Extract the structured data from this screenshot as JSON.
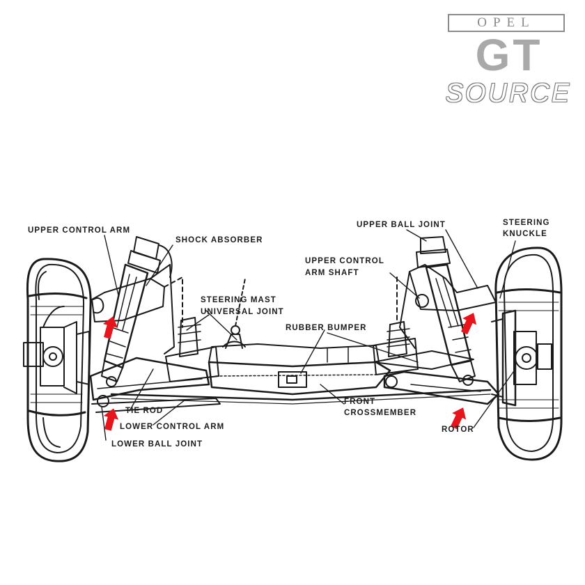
{
  "logo": {
    "line1": "OPEL",
    "line2": "GT",
    "line3": "SOURCE",
    "color": "#8a8a8a"
  },
  "labels": {
    "upper_control_arm_left": "UPPER CONTROL ARM",
    "shock_absorber": "SHOCK ABSORBER",
    "steering_mast_1": "STEERING MAST",
    "steering_mast_2": "UNIVERSAL JOINT",
    "upper_ball_joint": "UPPER BALL JOINT",
    "steering_knuckle_1": "STEERING",
    "steering_knuckle_2": "KNUCKLE",
    "upper_control_arm_shaft_1": "UPPER CONTROL",
    "upper_control_arm_shaft_2": "ARM  SHAFT",
    "rubber_bumper": "RUBBER BUMPER",
    "tie_rod": "TIE ROD",
    "lower_control_arm": "LOWER CONTROL ARM",
    "lower_ball_joint": "LOWER BALL JOINT",
    "front_crossmember_1": "FRONT",
    "front_crossmember_2": "CROSSMEMBER",
    "rotor": "ROTOR"
  },
  "colors": {
    "ink": "#1a1a1a",
    "arrow": "#e8141b",
    "logo_gray": "#a9a9a9"
  },
  "icons": [
    "red-arrow-icon"
  ]
}
